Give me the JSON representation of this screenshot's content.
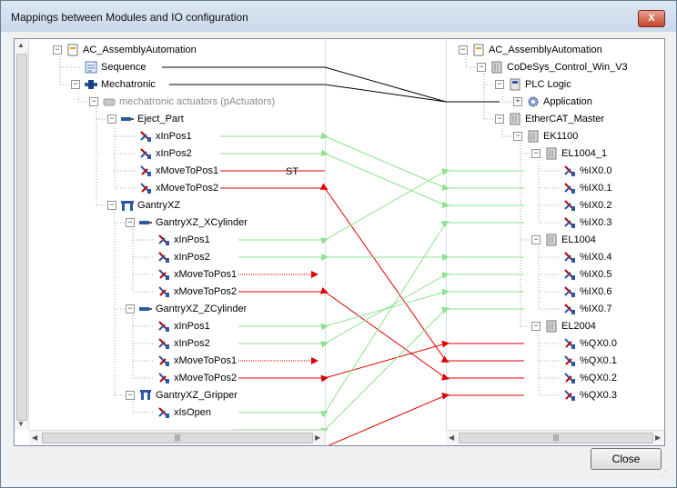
{
  "window": {
    "title": "Mappings between Modules and IO configuration",
    "close_glyph": "X"
  },
  "left_tree": [
    {
      "label": "AC_AssemblyAutomation",
      "icon": "project-icon"
    },
    {
      "label": "Sequence",
      "icon": "sequence-icon"
    },
    {
      "label": "Mechatronic",
      "icon": "mechatronic-icon"
    },
    {
      "label": "mechatronic actuators (pActuators)",
      "icon": "folder-icon",
      "disabled": true
    },
    {
      "label": "Eject_Part",
      "icon": "cylinder-icon"
    },
    {
      "label": "xInPos1",
      "icon": "io-input-icon"
    },
    {
      "label": "xInPos2",
      "icon": "io-input-icon"
    },
    {
      "label": "xMoveToPos1",
      "icon": "io-output-icon"
    },
    {
      "label": "xMoveToPos2",
      "icon": "io-output-icon"
    },
    {
      "label": "GantryXZ",
      "icon": "gantry-icon"
    },
    {
      "label": "GantryXZ_XCylinder",
      "icon": "cylinder-icon"
    },
    {
      "label": "xInPos1",
      "icon": "io-input-icon"
    },
    {
      "label": "xInPos2",
      "icon": "io-input-icon"
    },
    {
      "label": "xMoveToPos1",
      "icon": "io-output-icon"
    },
    {
      "label": "xMoveToPos2",
      "icon": "io-output-icon"
    },
    {
      "label": "GantryXZ_ZCylinder",
      "icon": "cylinder-icon"
    },
    {
      "label": "xInPos1",
      "icon": "io-input-icon"
    },
    {
      "label": "xInPos2",
      "icon": "io-input-icon"
    },
    {
      "label": "xMoveToPos1",
      "icon": "io-output-icon"
    },
    {
      "label": "xMoveToPos2",
      "icon": "io-output-icon"
    },
    {
      "label": "GantryXZ_Gripper",
      "icon": "gripper-icon"
    },
    {
      "label": "xIsOpen",
      "icon": "io-input-icon"
    }
  ],
  "right_tree": [
    {
      "label": "AC_AssemblyAutomation",
      "icon": "project-icon"
    },
    {
      "label": "CoDeSys_Control_Win_V3",
      "icon": "device-icon"
    },
    {
      "label": "PLC Logic",
      "icon": "plc-logic-icon"
    },
    {
      "label": "Application",
      "icon": "application-gear-icon"
    },
    {
      "label": "EtherCAT_Master",
      "icon": "device-icon"
    },
    {
      "label": "EK1100",
      "icon": "device-icon"
    },
    {
      "label": "EL1004_1",
      "icon": "device-icon"
    },
    {
      "label": "%IX0.0",
      "icon": "io-input-icon"
    },
    {
      "label": "%IX0.1",
      "icon": "io-input-icon"
    },
    {
      "label": "%IX0.2",
      "icon": "io-input-icon"
    },
    {
      "label": "%IX0.3",
      "icon": "io-input-icon"
    },
    {
      "label": "EL1004",
      "icon": "device-icon"
    },
    {
      "label": "%IX0.4",
      "icon": "io-input-icon"
    },
    {
      "label": "%IX0.5",
      "icon": "io-input-icon"
    },
    {
      "label": "%IX0.6",
      "icon": "io-input-icon"
    },
    {
      "label": "%IX0.7",
      "icon": "io-input-icon"
    },
    {
      "label": "EL2004",
      "icon": "device-icon"
    },
    {
      "label": "%QX0.0",
      "icon": "io-output-icon"
    },
    {
      "label": "%QX0.1",
      "icon": "io-output-icon"
    },
    {
      "label": "%QX0.2",
      "icon": "io-output-icon"
    },
    {
      "label": "%QX0.3",
      "icon": "io-output-icon"
    }
  ],
  "mapping_note": "ST",
  "buttons": {
    "close": "Close"
  },
  "colors": {
    "input_mapping": "#8ee28e",
    "output_mapping": "#e00000",
    "reference_line": "#000000"
  }
}
